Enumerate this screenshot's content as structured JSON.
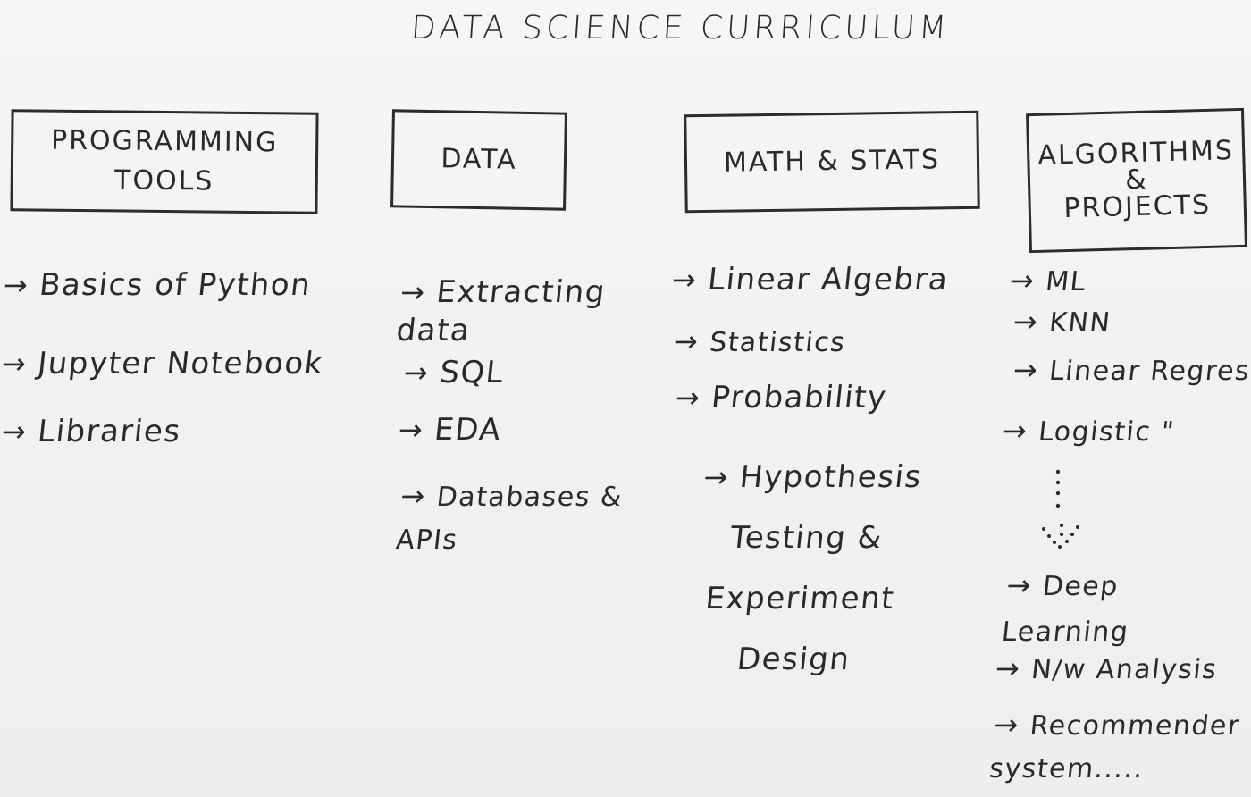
{
  "title": "DATA SCIENCE CURRICULUM",
  "columns": [
    {
      "header_lines": [
        "PROGRAMMING",
        "TOOLS"
      ],
      "items": [
        "Basics of Python",
        "Jupyter Notebook",
        "Libraries"
      ]
    },
    {
      "header_lines": [
        "DATA"
      ],
      "items": [
        "Extracting data",
        "SQL",
        "EDA",
        "Databases & APIs"
      ]
    },
    {
      "header_lines": [
        "MATH & STATS"
      ],
      "items": [
        "Linear Algebra",
        "Statistics",
        "Probability",
        "Hypothesis Testing & Experiment Design"
      ]
    },
    {
      "header_lines": [
        "ALGORITHMS",
        "&",
        "PROJECTS"
      ],
      "items": [
        "ML",
        "KNN",
        "Linear Regression",
        "Logistic \"",
        "Deep Learning",
        "N/w Analysis",
        "Recommender system....."
      ]
    }
  ],
  "arrow_glyph": "→"
}
